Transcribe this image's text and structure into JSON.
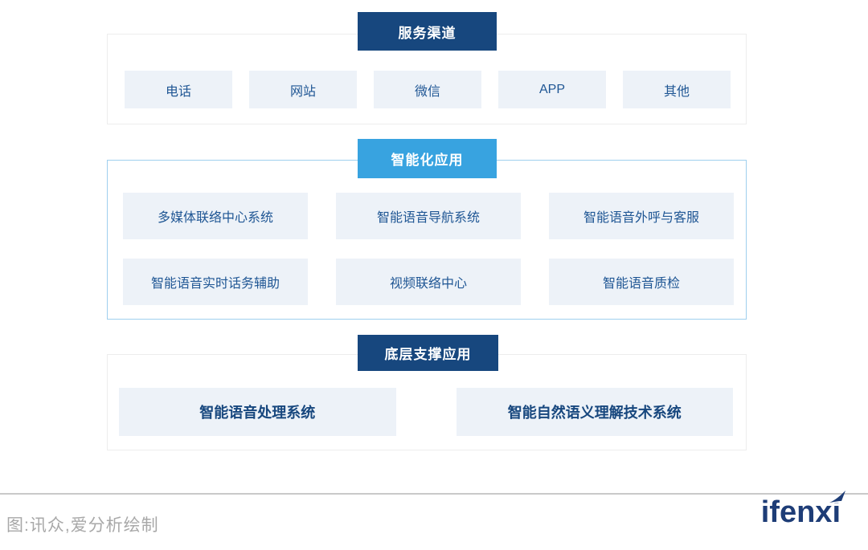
{
  "sections": {
    "channels": {
      "header": "服务渠道",
      "items": [
        "电话",
        "网站",
        "微信",
        "APP",
        "其他"
      ]
    },
    "apps": {
      "header": "智能化应用",
      "items": [
        "多媒体联络中心系统",
        "智能语音导航系统",
        "智能语音外呼与客服",
        "智能语音实时话务辅助",
        "视频联络中心",
        "智能语音质检"
      ]
    },
    "foundation": {
      "header": "底层支撑应用",
      "items": [
        "智能语音处理系统",
        "智能自然语义理解技术系统"
      ]
    }
  },
  "footer": {
    "source_note": "图:讯众,爱分析绘制",
    "logo_text": "ifenxi"
  },
  "colors": {
    "header_navy": "#17477e",
    "header_sky_blue": "#38a3e0",
    "box_fill": "#edf2f8",
    "box_text_blue": "#1f5694",
    "container_border_gray": "#ededed",
    "container_border_blue": "#9fcfee",
    "divider_gray": "#c9c9c9",
    "source_note_gray": "#a8a8a8",
    "logo_navy": "#1e3d77"
  }
}
